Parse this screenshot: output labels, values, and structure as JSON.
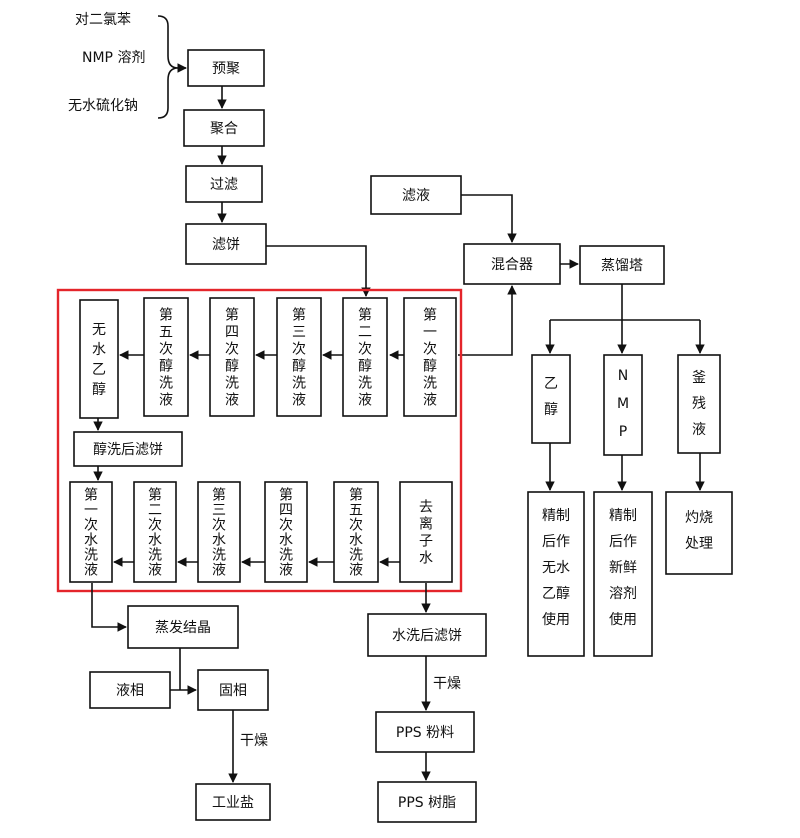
{
  "inputs": {
    "dichlorobenzene": "对二氯苯",
    "nmp_solvent": "NMP 溶剂",
    "sodium_sulfide": "无水硫化钠"
  },
  "steps": {
    "prepolymerization": "预聚",
    "polymerization": "聚合",
    "filtration": "过滤",
    "filter_cake": "滤饼",
    "filtrate": "滤液",
    "mixer": "混合器",
    "distillation_tower": "蒸馏塔"
  },
  "alcohol_wash": {
    "anhydrous_ethanol": "无水乙醇",
    "washes": [
      "第五次醇洗液",
      "第四次醇洗液",
      "第三次醇洗液",
      "第二次醇洗液",
      "第一次醇洗液"
    ],
    "after_cake": "醇洗后滤饼"
  },
  "water_wash": {
    "washes": [
      "第一次水洗液",
      "第二次水洗液",
      "第三次水洗液",
      "第四次水洗液",
      "第五次水洗液"
    ],
    "deionized_water": "去离子水"
  },
  "outputs": {
    "ethanol": "乙醇",
    "nmp": "NMP",
    "residue": "釜残液",
    "ethanol_reuse": "精制后作无水乙醇使用",
    "nmp_reuse": "精制后作新鲜溶剂使用",
    "incineration": "灼烧处理",
    "evaporation": "蒸发结晶",
    "liquid_phase": "液相",
    "solid_phase": "固相",
    "drying": "干燥",
    "industrial_salt": "工业盐",
    "water_washed_cake": "水洗后滤饼",
    "pps_powder": "PPS 粉料",
    "pps_resin": "PPS 树脂"
  },
  "colors": {
    "highlight": "#e4252b",
    "stroke": "#111111"
  }
}
